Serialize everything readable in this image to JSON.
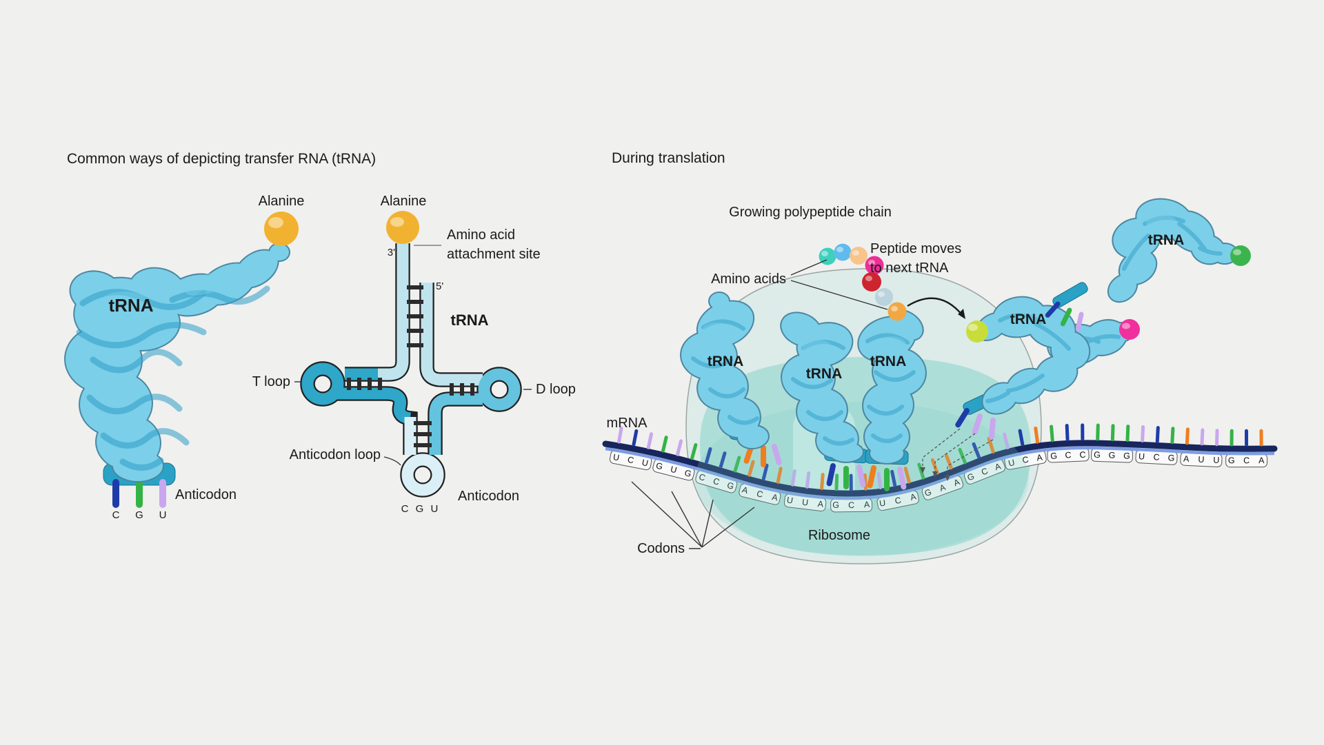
{
  "colors": {
    "background": "#f0f0ef",
    "trna_blob": "#7bcfe9",
    "trna_ribbon": "#2f9ec6",
    "platform_teal": "#2aa2c6",
    "cloverleaf_acceptor": "#bfe4ee",
    "cloverleaf_t_arm": "#2ea7c9",
    "cloverleaf_d_arm": "#64c3de",
    "cloverleaf_anticodon_arm": "#daeff6",
    "mrna_strand": "#17265c",
    "mrna_strand_light": "#7d9ce2",
    "ribosome_outer": "#cde8e4",
    "ribosome_inner": "#7fd2c8",
    "alanine_ball": "#f2b231",
    "incoming_amino_ball": "#c9dd3a",
    "leaving_amino_magenta": "#f0309c",
    "leaving_amino_green": "#3cb44e"
  },
  "base_colors": {
    "U": "#c9a7ee",
    "C": "#1e3ca8",
    "G": "#33b345",
    "A": "#f07d1e"
  },
  "left_panel": {
    "title": "Common ways of depicting transfer RNA (tRNA)",
    "blob": {
      "amino_acid_label": "Alanine",
      "trna_label": "tRNA",
      "anticodon_label": "Anticodon",
      "anticodon": "CGU"
    },
    "cloverleaf": {
      "amino_acid_label": "Alanine",
      "attachment_line1": "Amino acid",
      "attachment_line2": "attachment site",
      "three_prime": "3'",
      "five_prime": "5'",
      "trna_label": "tRNA",
      "t_loop_label": "T loop",
      "d_loop_label": "D loop",
      "anticodon_loop_label": "Anticodon loop",
      "anticodon_label": "Anticodon",
      "anticodon_letters": "C G U"
    }
  },
  "right_panel": {
    "title": "During translation",
    "polypeptide_label": "Growing polypeptide chain",
    "peptide_moves_line1": "Peptide moves",
    "peptide_moves_line2": "to next tRNA",
    "ribosome_label": "Ribosome",
    "codons_label": "Codons",
    "amino_acid_chain": {
      "label": "Amino acids",
      "colors": [
        "#3fd0bd",
        "#5fbbee",
        "#f7c48b",
        "#ee2f96",
        "#ce2430",
        "#bad3dc",
        "#f2a743"
      ]
    },
    "mrna": {
      "label": "mRNA",
      "codons": [
        "UCU",
        "GUG",
        "CCG",
        "ACA",
        "UUA",
        "GCA",
        "UCA",
        "GAA",
        "GCA",
        "UCA",
        "GCC",
        "GGG",
        "UCG",
        "AUU",
        "GCA"
      ]
    },
    "trnas": [
      {
        "label": "tRNA",
        "anticodon": "AAU",
        "state": "hovering-in-ribosome"
      },
      {
        "label": "tRNA",
        "anticodon": "CGU",
        "state": "bound-to-GCA"
      },
      {
        "label": "tRNA",
        "anticodon": "AGU",
        "state": "bound-to-UCA"
      },
      {
        "label": "tRNA",
        "anticodon": "CUU",
        "state": "incoming-to-GAA"
      },
      {
        "label": "tRNA",
        "anticodon": "CGU",
        "state": "leaving"
      }
    ]
  }
}
